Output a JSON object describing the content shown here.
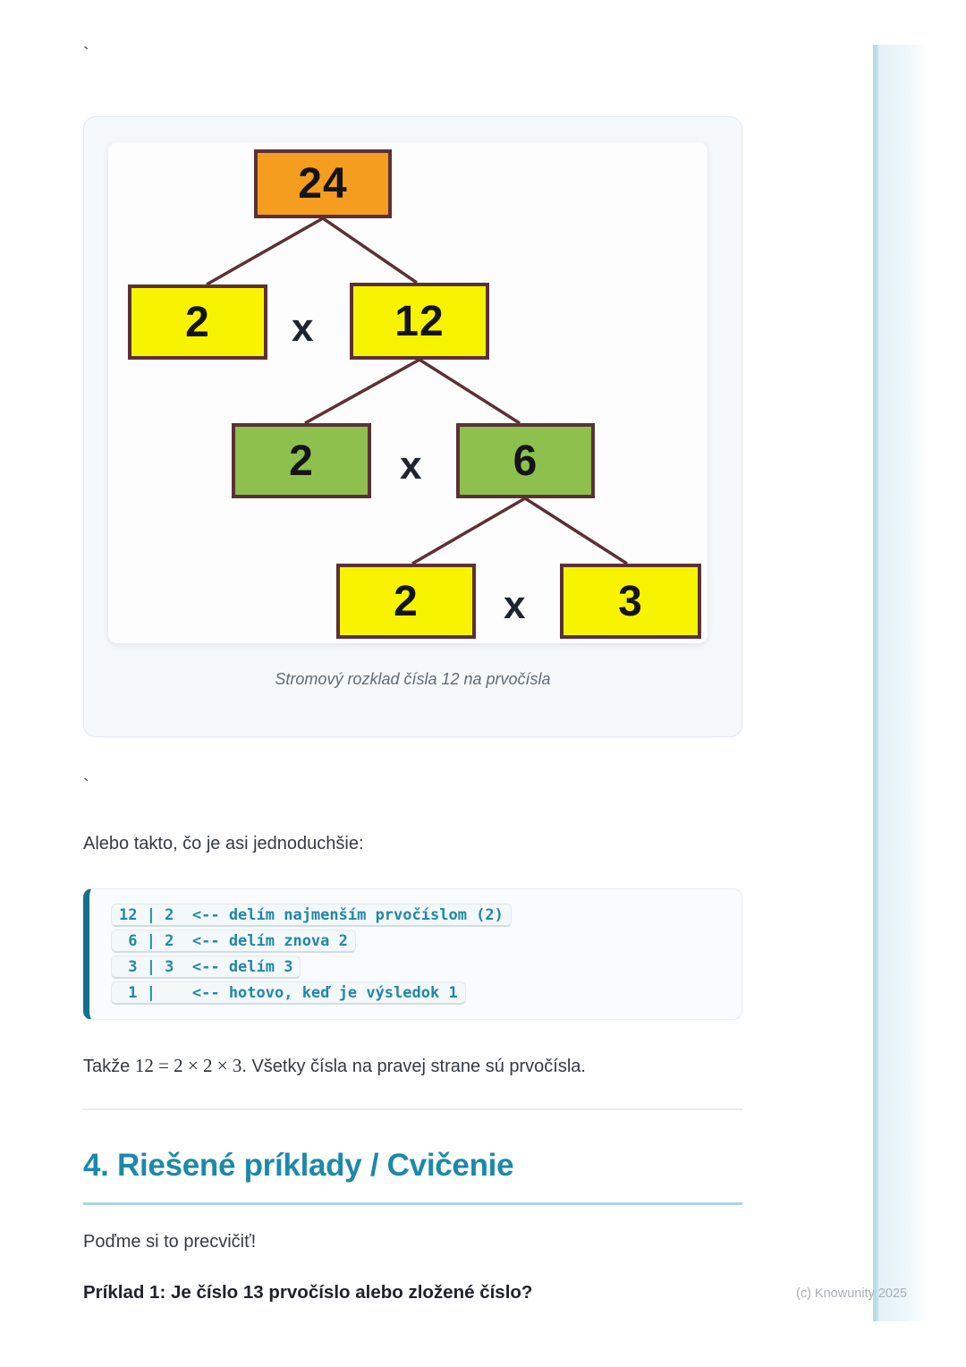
{
  "page": {
    "stray_tick_top": "`",
    "stray_tick_mid": "`"
  },
  "figure": {
    "caption": "Stromový rozklad čísla 12 na prvočísla",
    "tree": {
      "nodes": [
        {
          "label": "24",
          "color": "orange"
        },
        {
          "label": "2",
          "color": "yellow"
        },
        {
          "label": "12",
          "color": "yellow"
        },
        {
          "label": "2",
          "color": "green"
        },
        {
          "label": "6",
          "color": "green"
        },
        {
          "label": "2",
          "color": "yellow"
        },
        {
          "label": "3",
          "color": "yellow"
        }
      ],
      "operators": [
        "x",
        "x",
        "x"
      ]
    }
  },
  "paragraphs": {
    "intro": "Alebo takto, čo je asi jednoduchšie:",
    "conclusion_prefix": "Takže ",
    "conclusion_math": "12 = 2 × 2 × 3",
    "conclusion_suffix": ". Všetky čísla na pravej strane sú prvočísla.",
    "practice": "Poďme si to precvičiť!",
    "example1": "Príklad 1: Je číslo 13 prvočíslo alebo zložené číslo?"
  },
  "code_block": {
    "lines": [
      "12 | 2  <-- delím najmenším prvočíslom (2)",
      " 6 | 2  <-- delím znova 2",
      " 3 | 3  <-- delím 3",
      " 1 |    <-- hotovo, keď je výsledok 1"
    ]
  },
  "heading": {
    "title": "4. Riešené príklady / Cvičenie"
  },
  "footer": {
    "watermark": "(c) Knowunity 2025"
  },
  "colors": {
    "accent_teal": "#1d89a9",
    "heading_rule_blue": "#a7d4e4",
    "code_text_teal": "#2187a6",
    "code_left_border_teal": "#15708c",
    "node_orange": "#f59d1e",
    "node_yellow": "#f8f400",
    "node_green": "#8dc04d",
    "node_border_maroon": "#5b3136",
    "sidebar_blue": "#e7f3f8",
    "watermark_gray": "#a9afb7"
  }
}
